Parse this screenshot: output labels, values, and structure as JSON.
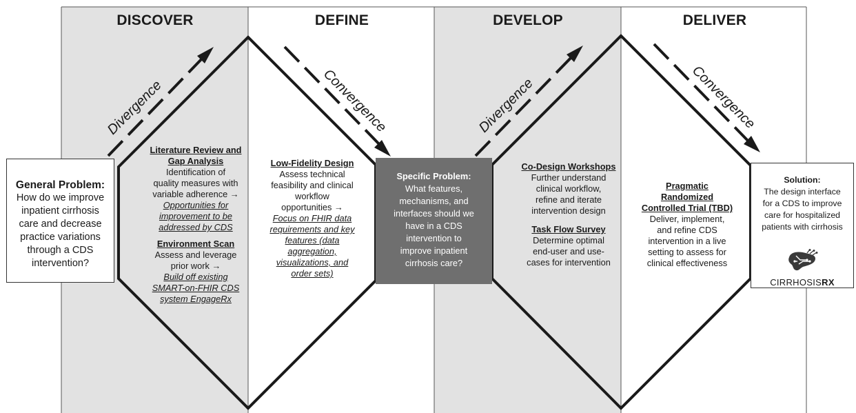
{
  "phases": [
    "DISCOVER",
    "DEFINE",
    "DEVELOP",
    "DELIVER"
  ],
  "arrows": [
    "Divergence",
    "Convergence",
    "Divergence",
    "Convergence"
  ],
  "general_problem": {
    "title": "General Problem:",
    "body": "How do we improve inpatient cirrhosis care and decrease practice variations through a CDS intervention?"
  },
  "discover": {
    "lit_heading_1": "Literature Review and",
    "lit_heading_2": "Gap Analysis",
    "lit_l1": "Identification of",
    "lit_l2": "quality measures with",
    "lit_l3": "variable adherence →",
    "lit_i1": "Opportunities for",
    "lit_i2": "improvement to be",
    "lit_i3": "addressed by CDS",
    "env_heading": "Environment Scan",
    "env_l1": "Assess and leverage",
    "env_l2": "prior work →",
    "env_i1": "Build off existing",
    "env_i2": "SMART-on-FHIR CDS",
    "env_i3": "system EngageRx"
  },
  "define": {
    "heading": "Low-Fidelity Design",
    "l1": "Assess technical",
    "l2": "feasibility and clinical",
    "l3": "workflow",
    "l4": "opportunities →",
    "i1": "Focus on FHIR data",
    "i2": "requirements and key",
    "i3": "features (data",
    "i4": "aggregation,",
    "i5": "visualizations, and",
    "i6": "order sets)"
  },
  "specific_problem": {
    "title": "Specific Problem:",
    "l1": "What features,",
    "l2": "mechanisms, and",
    "l3": "interfaces should we",
    "l4": "have in a CDS",
    "l5": "intervention to",
    "l6": "improve inpatient",
    "l7": "cirrhosis care?"
  },
  "develop": {
    "co_heading": "Co-Design Workshops",
    "co_l1": "Further understand",
    "co_l2": "clinical workflow,",
    "co_l3": "refine and iterate",
    "co_l4": "intervention design",
    "task_heading": "Task Flow Survey",
    "task_l1": "Determine optimal",
    "task_l2": "end-user and use-",
    "task_l3": "cases for intervention"
  },
  "deliver": {
    "h1": "Pragmatic",
    "h2": "Randomized",
    "h3": "Controlled Trial (TBD)",
    "l1": "Deliver, implement,",
    "l2": "and refine CDS",
    "l3": "intervention in a live",
    "l4": "setting to assess for",
    "l5": "clinical effectiveness"
  },
  "solution": {
    "title": "Solution:",
    "l1": "The design interface",
    "l2": "for a CDS to improve",
    "l3": "care for hospitalized",
    "l4": "patients with cirrhosis",
    "brand_a": "CIRRHOSIS",
    "brand_b": "RX"
  },
  "colors": {
    "shade": "#e2e2e2",
    "line": "#1a1a1a",
    "specific_box": "#6f6f6f"
  }
}
